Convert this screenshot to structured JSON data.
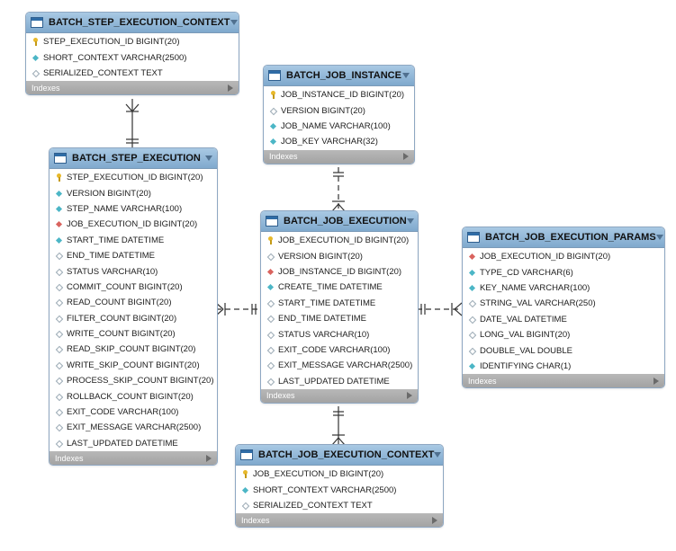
{
  "tables": [
    {
      "id": "bsec",
      "name": "BATCH_STEP_EXECUTION_CONTEXT",
      "columns": [
        {
          "name": "STEP_EXECUTION_ID BIGINT(20)",
          "kind": "pk"
        },
        {
          "name": "SHORT_CONTEXT VARCHAR(2500)",
          "kind": "nn"
        },
        {
          "name": "SERIALIZED_CONTEXT TEXT",
          "kind": "nul"
        }
      ],
      "footer": "Indexes"
    },
    {
      "id": "bji",
      "name": "BATCH_JOB_INSTANCE",
      "columns": [
        {
          "name": "JOB_INSTANCE_ID BIGINT(20)",
          "kind": "pk"
        },
        {
          "name": "VERSION BIGINT(20)",
          "kind": "nul"
        },
        {
          "name": "JOB_NAME VARCHAR(100)",
          "kind": "nn"
        },
        {
          "name": "JOB_KEY VARCHAR(32)",
          "kind": "nn"
        }
      ],
      "footer": "Indexes"
    },
    {
      "id": "bse",
      "name": "BATCH_STEP_EXECUTION",
      "columns": [
        {
          "name": "STEP_EXECUTION_ID BIGINT(20)",
          "kind": "pk"
        },
        {
          "name": "VERSION BIGINT(20)",
          "kind": "nn"
        },
        {
          "name": "STEP_NAME VARCHAR(100)",
          "kind": "nn"
        },
        {
          "name": "JOB_EXECUTION_ID BIGINT(20)",
          "kind": "fk"
        },
        {
          "name": "START_TIME DATETIME",
          "kind": "nn"
        },
        {
          "name": "END_TIME DATETIME",
          "kind": "nul"
        },
        {
          "name": "STATUS VARCHAR(10)",
          "kind": "nul"
        },
        {
          "name": "COMMIT_COUNT BIGINT(20)",
          "kind": "nul"
        },
        {
          "name": "READ_COUNT BIGINT(20)",
          "kind": "nul"
        },
        {
          "name": "FILTER_COUNT BIGINT(20)",
          "kind": "nul"
        },
        {
          "name": "WRITE_COUNT BIGINT(20)",
          "kind": "nul"
        },
        {
          "name": "READ_SKIP_COUNT BIGINT(20)",
          "kind": "nul"
        },
        {
          "name": "WRITE_SKIP_COUNT BIGINT(20)",
          "kind": "nul"
        },
        {
          "name": "PROCESS_SKIP_COUNT BIGINT(20)",
          "kind": "nul"
        },
        {
          "name": "ROLLBACK_COUNT BIGINT(20)",
          "kind": "nul"
        },
        {
          "name": "EXIT_CODE VARCHAR(100)",
          "kind": "nul"
        },
        {
          "name": "EXIT_MESSAGE VARCHAR(2500)",
          "kind": "nul"
        },
        {
          "name": "LAST_UPDATED DATETIME",
          "kind": "nul"
        }
      ],
      "footer": "Indexes"
    },
    {
      "id": "bje",
      "name": "BATCH_JOB_EXECUTION",
      "columns": [
        {
          "name": "JOB_EXECUTION_ID BIGINT(20)",
          "kind": "pk"
        },
        {
          "name": "VERSION BIGINT(20)",
          "kind": "nul"
        },
        {
          "name": "JOB_INSTANCE_ID BIGINT(20)",
          "kind": "fk"
        },
        {
          "name": "CREATE_TIME DATETIME",
          "kind": "nn"
        },
        {
          "name": "START_TIME DATETIME",
          "kind": "nul"
        },
        {
          "name": "END_TIME DATETIME",
          "kind": "nul"
        },
        {
          "name": "STATUS VARCHAR(10)",
          "kind": "nul"
        },
        {
          "name": "EXIT_CODE VARCHAR(100)",
          "kind": "nul"
        },
        {
          "name": "EXIT_MESSAGE VARCHAR(2500)",
          "kind": "nul"
        },
        {
          "name": "LAST_UPDATED DATETIME",
          "kind": "nul"
        }
      ],
      "footer": "Indexes"
    },
    {
      "id": "bjep",
      "name": "BATCH_JOB_EXECUTION_PARAMS",
      "columns": [
        {
          "name": "JOB_EXECUTION_ID BIGINT(20)",
          "kind": "fk"
        },
        {
          "name": "TYPE_CD VARCHAR(6)",
          "kind": "nn"
        },
        {
          "name": "KEY_NAME VARCHAR(100)",
          "kind": "nn"
        },
        {
          "name": "STRING_VAL VARCHAR(250)",
          "kind": "nul"
        },
        {
          "name": "DATE_VAL DATETIME",
          "kind": "nul"
        },
        {
          "name": "LONG_VAL BIGINT(20)",
          "kind": "nul"
        },
        {
          "name": "DOUBLE_VAL DOUBLE",
          "kind": "nul"
        },
        {
          "name": "IDENTIFYING CHAR(1)",
          "kind": "nn"
        }
      ],
      "footer": "Indexes"
    },
    {
      "id": "bjec",
      "name": "BATCH_JOB_EXECUTION_CONTEXT",
      "columns": [
        {
          "name": "JOB_EXECUTION_ID BIGINT(20)",
          "kind": "pk"
        },
        {
          "name": "SHORT_CONTEXT VARCHAR(2500)",
          "kind": "nn"
        },
        {
          "name": "SERIALIZED_CONTEXT TEXT",
          "kind": "nul"
        }
      ],
      "footer": "Indexes"
    }
  ],
  "relationships": [
    {
      "from": "BATCH_STEP_EXECUTION",
      "to": "BATCH_STEP_EXECUTION_CONTEXT",
      "identifying": true
    },
    {
      "from": "BATCH_JOB_INSTANCE",
      "to": "BATCH_JOB_EXECUTION",
      "identifying": false
    },
    {
      "from": "BATCH_JOB_EXECUTION",
      "to": "BATCH_STEP_EXECUTION",
      "identifying": false
    },
    {
      "from": "BATCH_JOB_EXECUTION",
      "to": "BATCH_JOB_EXECUTION_PARAMS",
      "identifying": false
    },
    {
      "from": "BATCH_JOB_EXECUTION",
      "to": "BATCH_JOB_EXECUTION_CONTEXT",
      "identifying": true
    }
  ]
}
